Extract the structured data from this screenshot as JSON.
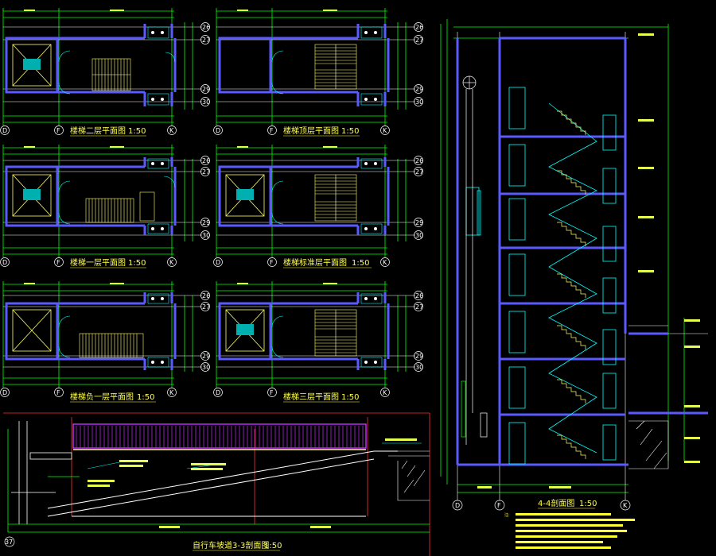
{
  "titles": {
    "plan_2f": "楼梯二层平面图",
    "plan_top": "楼梯顶层平面图",
    "plan_1f": "楼梯一层平面图",
    "plan_std": "楼梯标准层平面图",
    "plan_b1": "楼梯负一层平面图",
    "plan_3f": "楼梯三层平面图",
    "section_44": "4-4剖面图",
    "ramp": "自行车坡道3-3剖面图"
  },
  "scales": {
    "s50": "1:50"
  },
  "axis_letters": {
    "d": "D",
    "f": "F",
    "k": "K"
  },
  "axis_numbers": {
    "n26": "26",
    "n27": "27",
    "n29": "29",
    "n30": "30",
    "n37": "37"
  },
  "notes": {
    "title": "注:"
  },
  "colors": {
    "background": "#000000",
    "wall": "#5a5aff",
    "grid": "#ffffff",
    "dimension": "#00ff00",
    "title": "#ffff4d",
    "stair": "#ffff66",
    "rail": "#c830ff",
    "cyan": "#00ffff",
    "axis_red": "#ff3030"
  }
}
